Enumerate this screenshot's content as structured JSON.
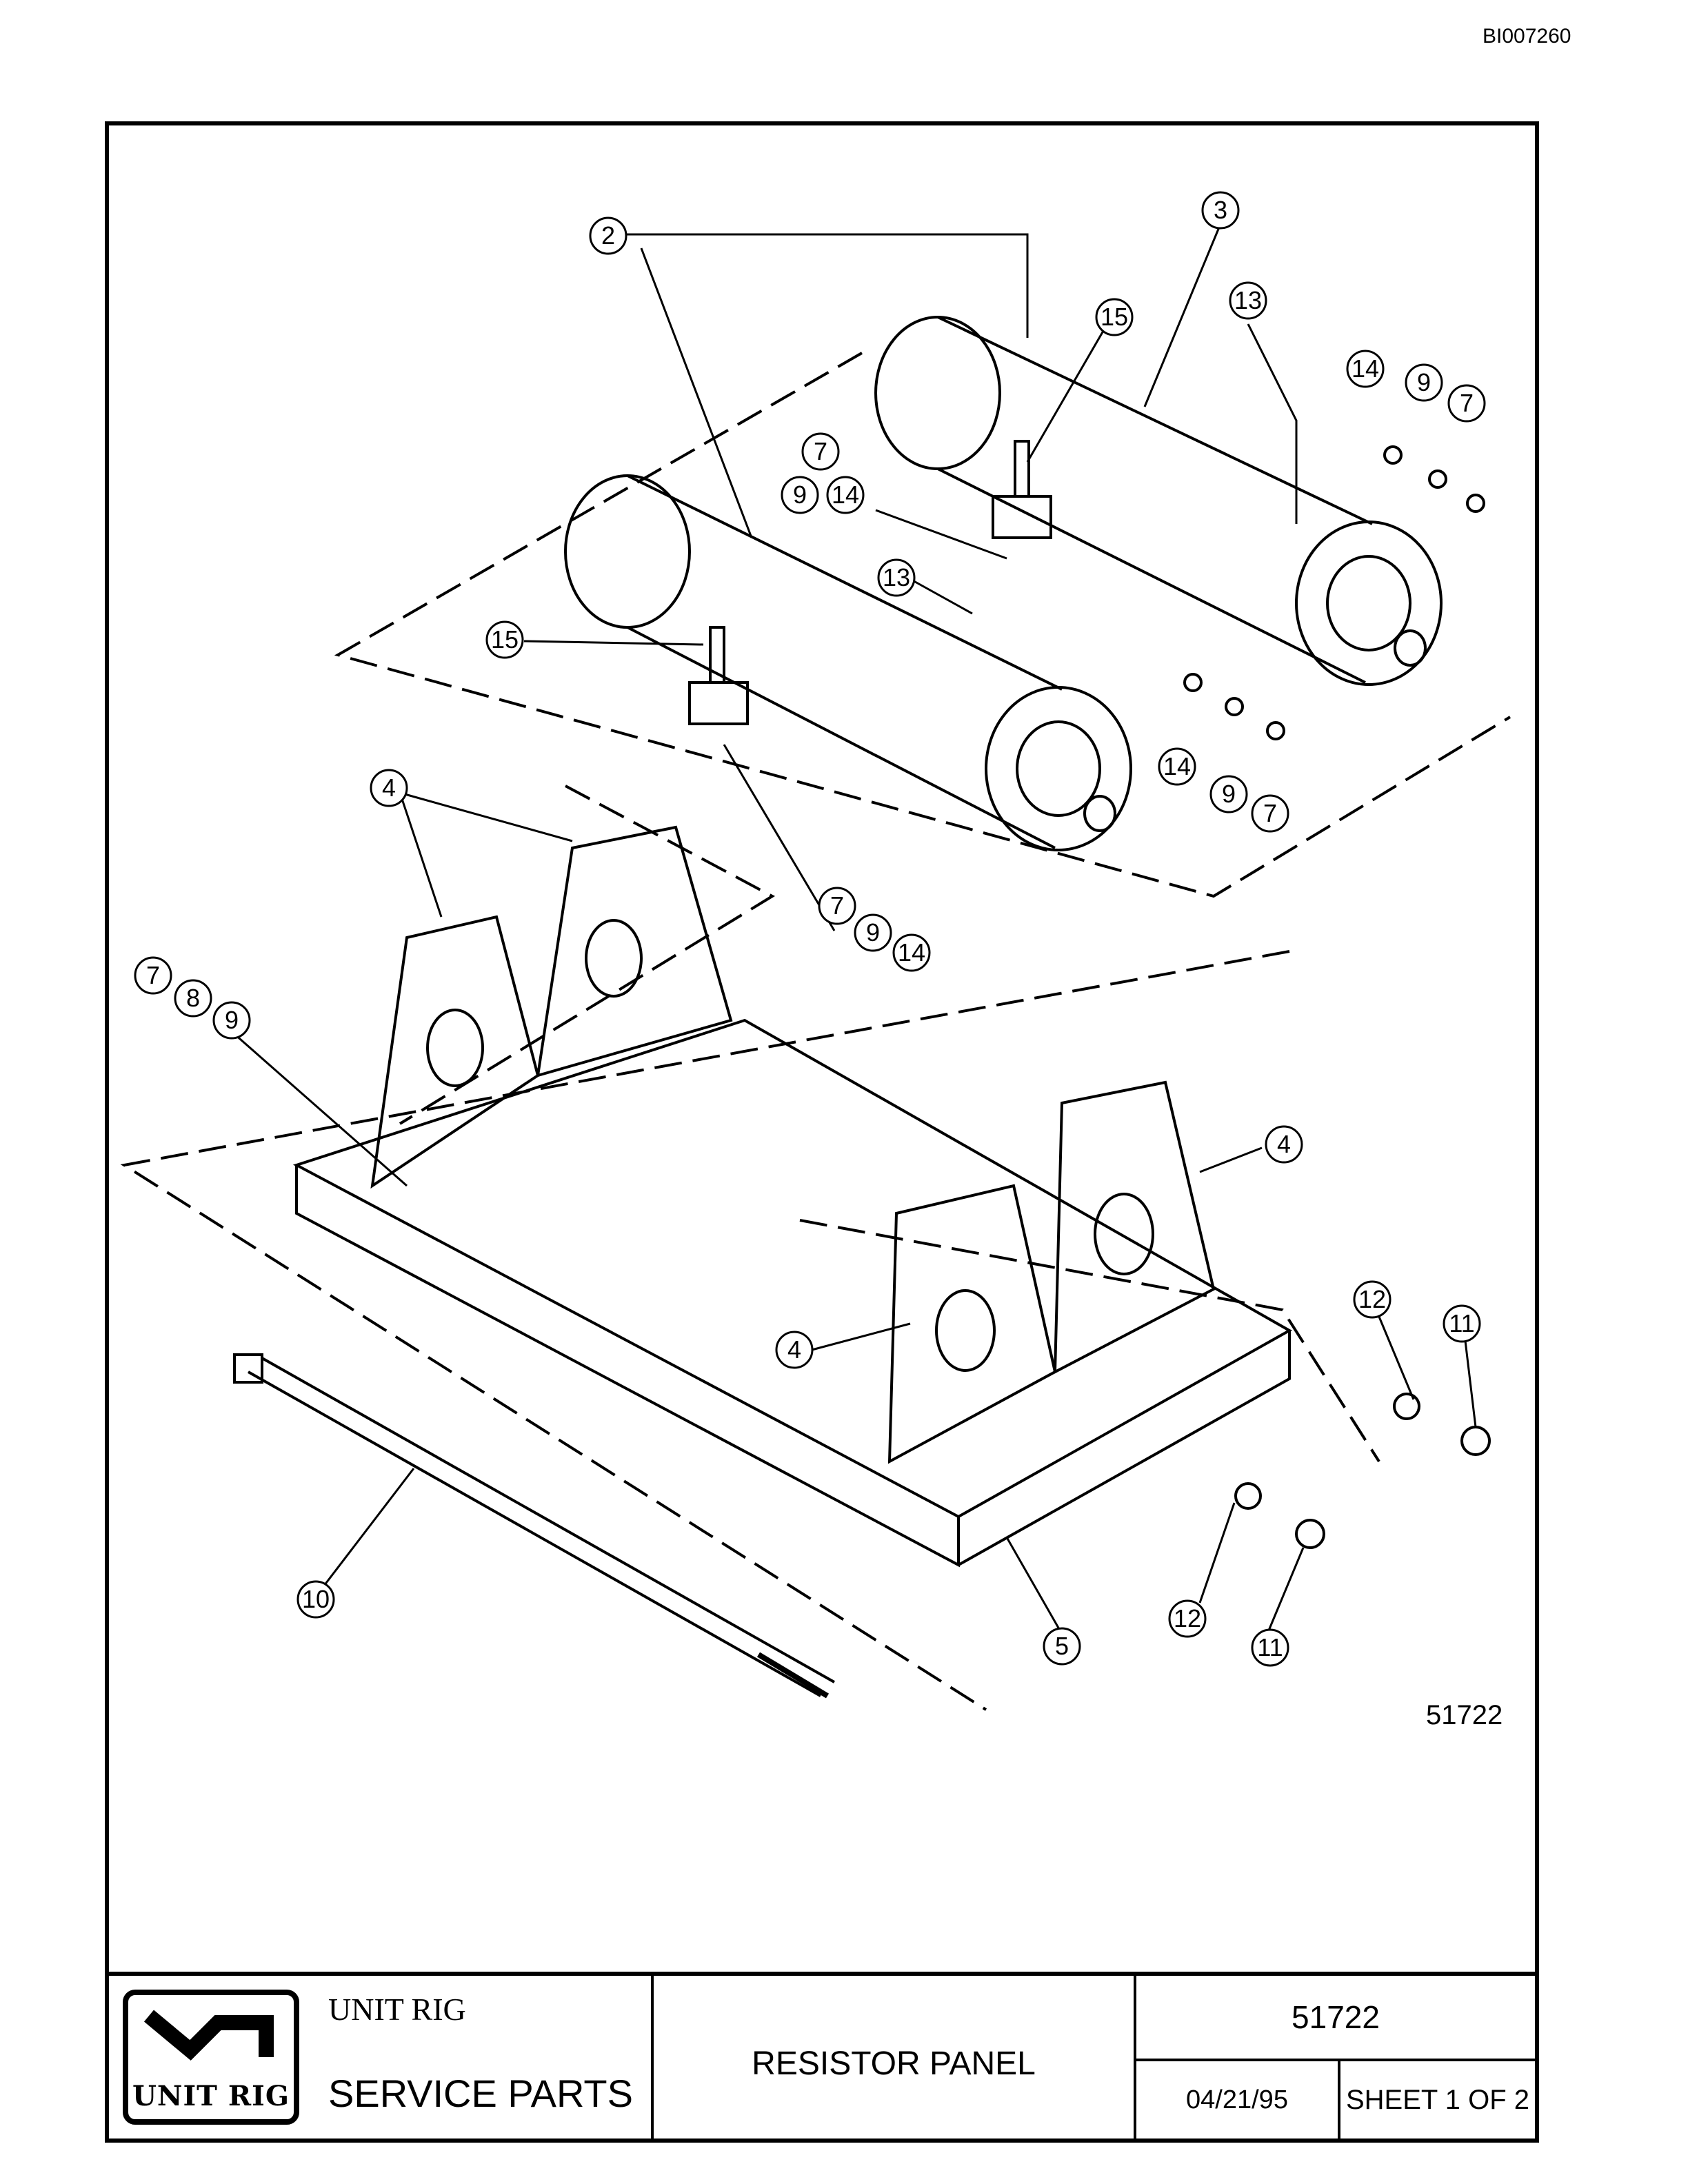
{
  "document_id": "BI007260",
  "drawing_number_label": "51722",
  "callouts": [
    "2",
    "3",
    "13",
    "15",
    "14",
    "9",
    "7",
    "7",
    "9",
    "14",
    "13",
    "15",
    "14",
    "9",
    "7",
    "4",
    "7",
    "9",
    "14",
    "7",
    "8",
    "9",
    "4",
    "4",
    "12",
    "11",
    "10",
    "5",
    "12",
    "11"
  ],
  "title_block": {
    "company": "UNIT RIG",
    "logo_text": "UNIT RIG",
    "section": "SERVICE PARTS",
    "part_title": "RESISTOR PANEL",
    "drawing_number": "51722",
    "date": "04/21/95",
    "sheet": "SHEET 1 OF 2"
  }
}
